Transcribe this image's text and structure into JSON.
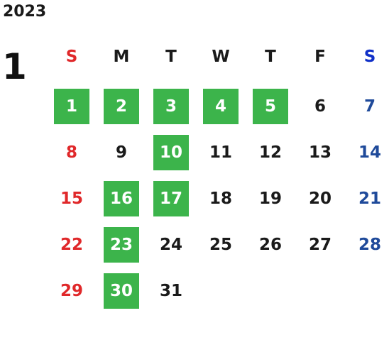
{
  "year": "2023",
  "month": "1",
  "colors": {
    "text": "#1a1a1a",
    "sunday": "#e0282a",
    "saturday_header": "#1030c8",
    "saturday": "#1f4a9a",
    "highlight_bg": "#3cb44b",
    "highlight_text": "#ffffff"
  },
  "weekday_headers": [
    "S",
    "M",
    "T",
    "W",
    "T",
    "F",
    "S"
  ],
  "weeks": [
    [
      {
        "day": "1",
        "highlight": true
      },
      {
        "day": "2",
        "highlight": true
      },
      {
        "day": "3",
        "highlight": true
      },
      {
        "day": "4",
        "highlight": true
      },
      {
        "day": "5",
        "highlight": true
      },
      {
        "day": "6",
        "highlight": false
      },
      {
        "day": "7",
        "highlight": false
      }
    ],
    [
      {
        "day": "8",
        "highlight": false
      },
      {
        "day": "9",
        "highlight": false
      },
      {
        "day": "10",
        "highlight": true
      },
      {
        "day": "11",
        "highlight": false
      },
      {
        "day": "12",
        "highlight": false
      },
      {
        "day": "13",
        "highlight": false
      },
      {
        "day": "14",
        "highlight": false
      }
    ],
    [
      {
        "day": "15",
        "highlight": false
      },
      {
        "day": "16",
        "highlight": true
      },
      {
        "day": "17",
        "highlight": true
      },
      {
        "day": "18",
        "highlight": false
      },
      {
        "day": "19",
        "highlight": false
      },
      {
        "day": "20",
        "highlight": false
      },
      {
        "day": "21",
        "highlight": false
      }
    ],
    [
      {
        "day": "22",
        "highlight": false
      },
      {
        "day": "23",
        "highlight": true
      },
      {
        "day": "24",
        "highlight": false
      },
      {
        "day": "25",
        "highlight": false
      },
      {
        "day": "26",
        "highlight": false
      },
      {
        "day": "27",
        "highlight": false
      },
      {
        "day": "28",
        "highlight": false
      }
    ],
    [
      {
        "day": "29",
        "highlight": false
      },
      {
        "day": "30",
        "highlight": true
      },
      {
        "day": "31",
        "highlight": false
      }
    ]
  ]
}
